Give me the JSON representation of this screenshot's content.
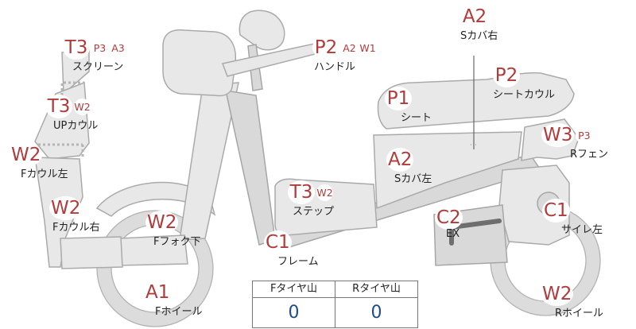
{
  "parts": [
    {
      "id": "screen",
      "codes": [
        "T3",
        "P3",
        "A3"
      ],
      "name": "スクリーン"
    },
    {
      "id": "handle",
      "codes": [
        "P2",
        "A2",
        "W1"
      ],
      "name": "ハンドル"
    },
    {
      "id": "s-cover-r",
      "codes": [
        "A2"
      ],
      "name": "Sカバ右"
    },
    {
      "id": "seat-cowl",
      "codes": [
        "P2"
      ],
      "name": "シートカウル"
    },
    {
      "id": "seat",
      "codes": [
        "P1"
      ],
      "name": "シート"
    },
    {
      "id": "up-cowl",
      "codes": [
        "T3",
        "W2"
      ],
      "name": "UPカウル"
    },
    {
      "id": "r-fender",
      "codes": [
        "W3",
        "P3"
      ],
      "name": "Rフェン"
    },
    {
      "id": "f-cowl-l",
      "codes": [
        "W2"
      ],
      "name": "Fカウル左"
    },
    {
      "id": "s-cover-l",
      "codes": [
        "A2"
      ],
      "name": "Sカバ左"
    },
    {
      "id": "step",
      "codes": [
        "T3",
        "W2"
      ],
      "name": "ステップ"
    },
    {
      "id": "f-cowl-r",
      "codes": [
        "W2"
      ],
      "name": "Fカウル右"
    },
    {
      "id": "ex",
      "codes": [
        "C2"
      ],
      "name": "EX"
    },
    {
      "id": "muffler-l",
      "codes": [
        "C1"
      ],
      "name": "サイレ左"
    },
    {
      "id": "f-fork-low",
      "codes": [
        "W2"
      ],
      "name": "Fフォク下"
    },
    {
      "id": "frame",
      "codes": [
        "C1"
      ],
      "name": "フレーム"
    },
    {
      "id": "f-wheel",
      "codes": [
        "A1"
      ],
      "name": "Fホイール"
    },
    {
      "id": "r-wheel",
      "codes": [
        "W2"
      ],
      "name": "Rホイール"
    }
  ],
  "tread_table": {
    "front_label": "Fタイヤ山",
    "front_value": "0",
    "rear_label": "Rタイヤ山",
    "rear_value": "0"
  },
  "colors": {
    "code": "#b23a3a",
    "value": "#1f4c8a",
    "part_fill": "#e8e8e8"
  }
}
